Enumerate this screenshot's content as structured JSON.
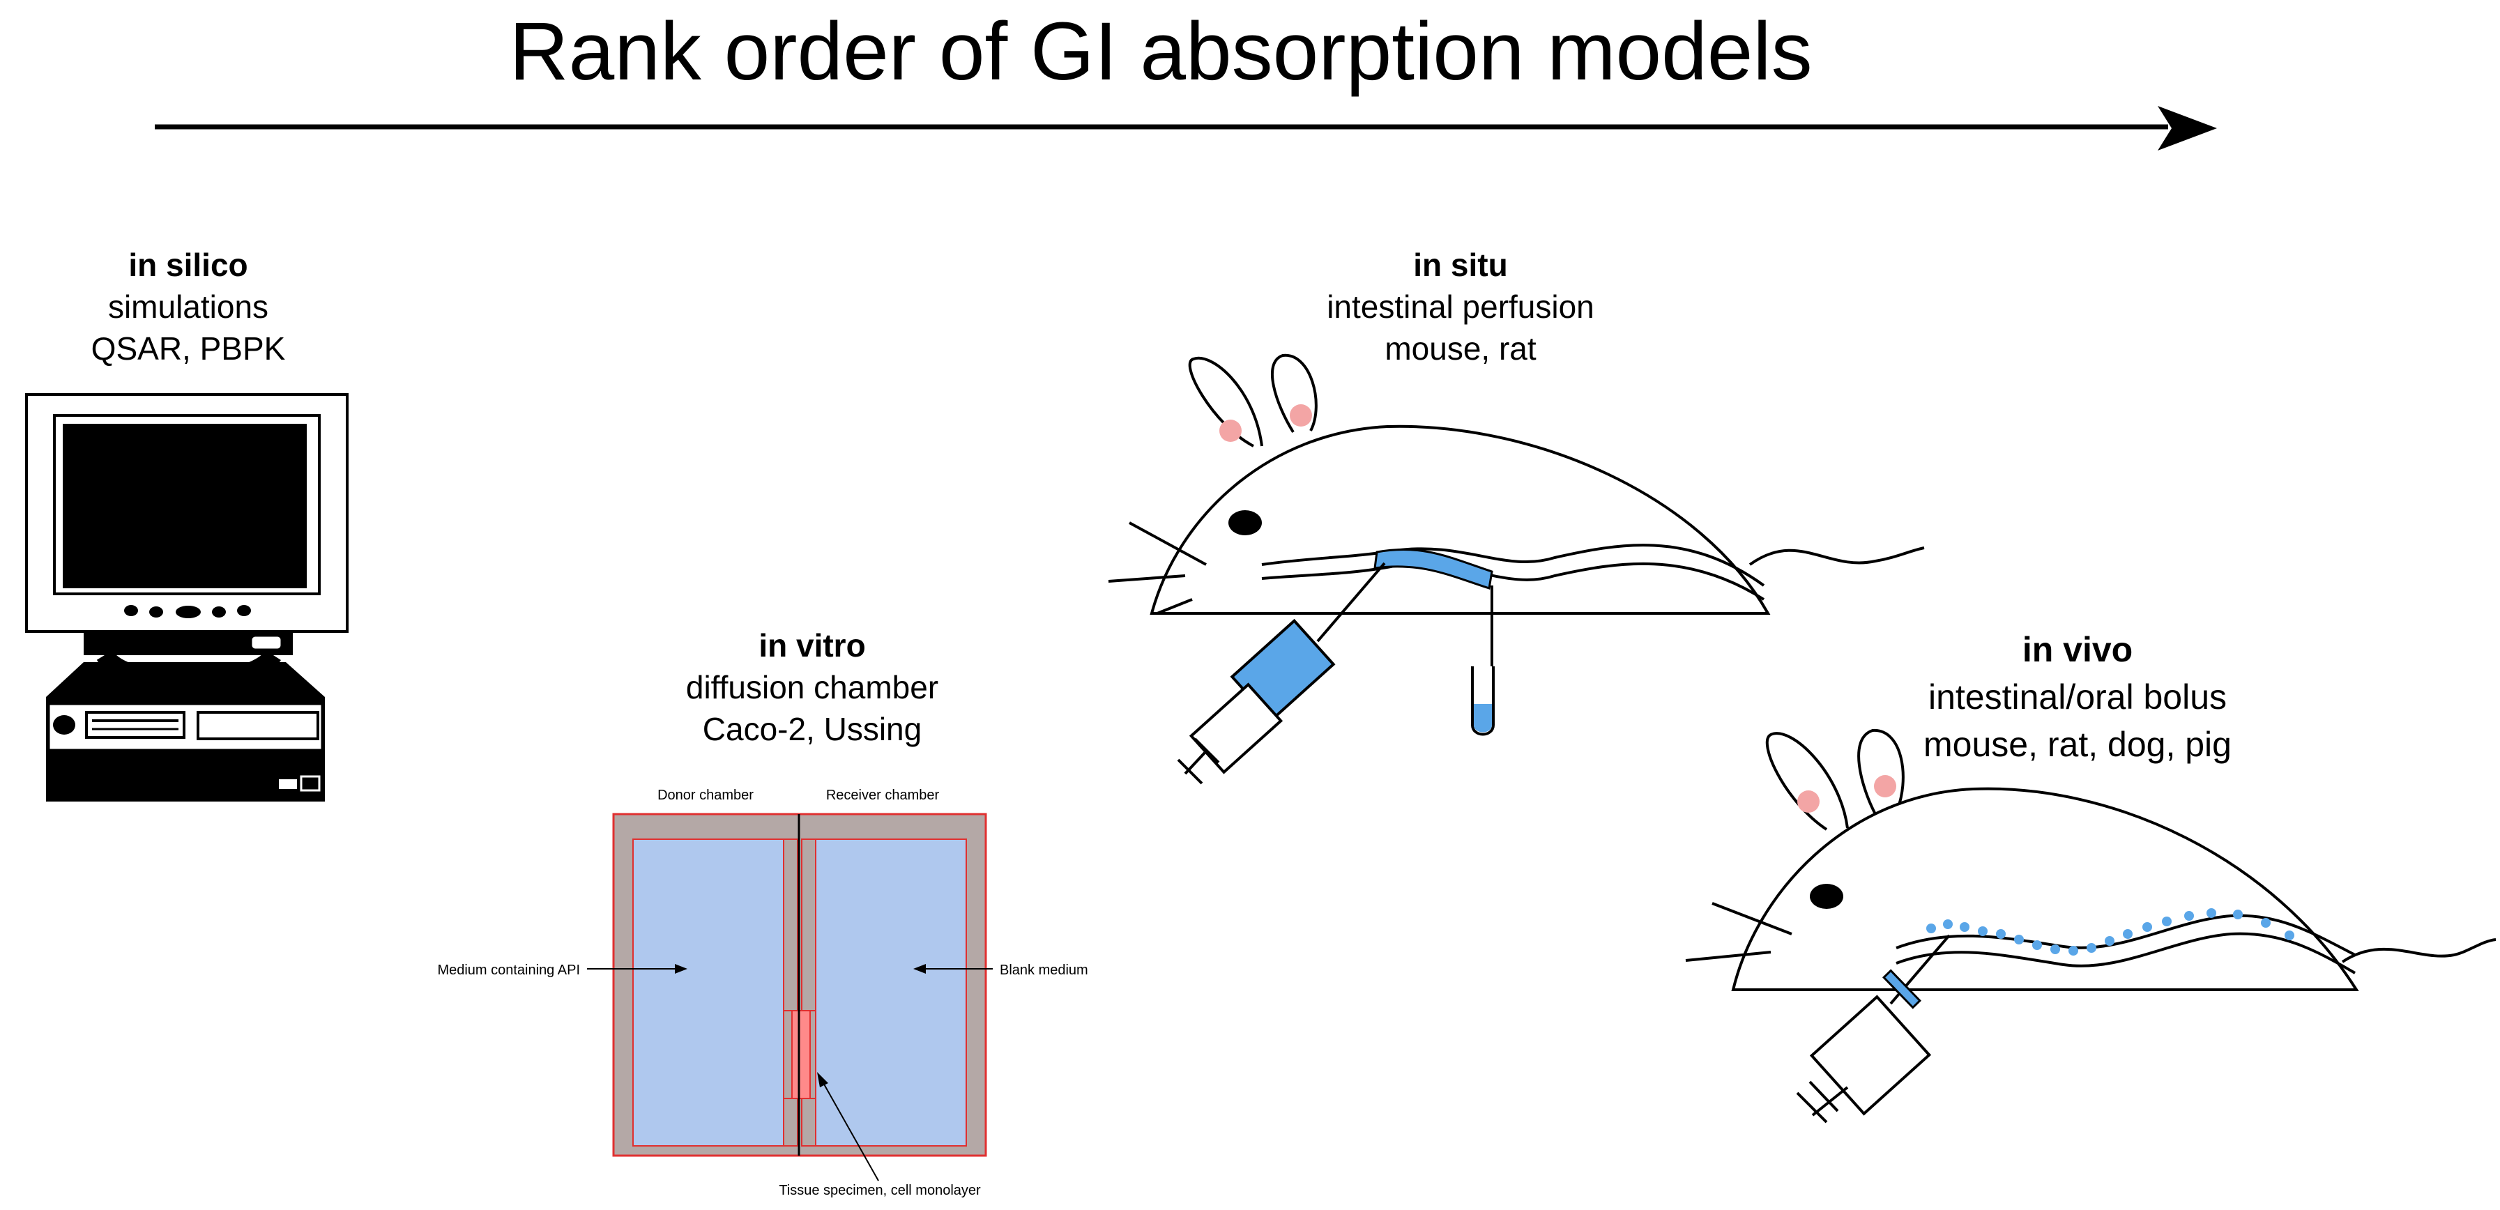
{
  "title": "Rank order of GI absorption models",
  "colors": {
    "medium_blue": "#afc8ee",
    "chamber_wall": "#b4a8a6",
    "chamber_border": "#e03030",
    "membrane": "#ff8a8a",
    "perfusate": "#5aa6e8",
    "ear_pink": "#f3a5a5"
  },
  "models": {
    "in_silico": {
      "name": "in silico",
      "line1": "simulations",
      "line2": "QSAR, PBPK",
      "icon": "desktop-computer-icon"
    },
    "in_vitro": {
      "name": "in vitro",
      "line1": "diffusion chamber",
      "line2": "Caco-2, Ussing",
      "icon": "diffusion-chamber-diagram",
      "labels": {
        "donor": "Donor chamber",
        "receiver": "Receiver chamber",
        "api": "Medium containing API",
        "blank": "Blank medium",
        "tissue": "Tissue specimen, cell monolayer"
      }
    },
    "in_situ": {
      "name": "in situ",
      "line1": "intestinal perfusion",
      "line2": "mouse, rat",
      "icon": "mouse-perfusion-icon"
    },
    "in_vivo": {
      "name": "in vivo",
      "line1": "intestinal/oral bolus",
      "line2": "mouse, rat, dog, pig",
      "icon": "mouse-oral-bolus-icon"
    }
  }
}
